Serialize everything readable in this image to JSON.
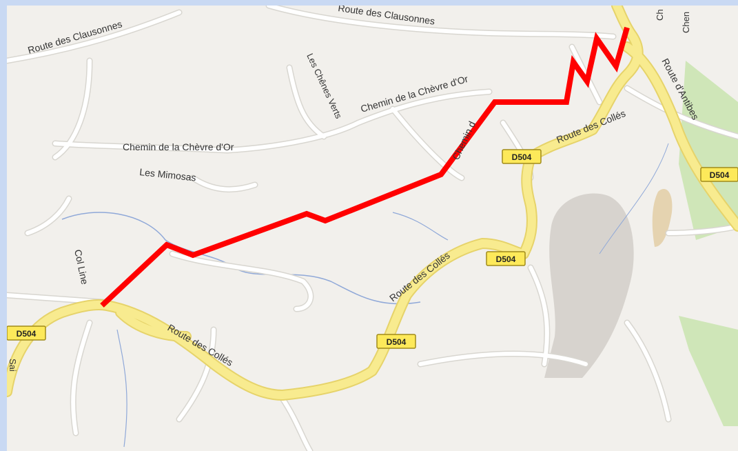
{
  "map": {
    "labels": {
      "route_clausonnes_left": "Route des Clausonnes",
      "route_clausonnes_top": "Route des Clausonnes",
      "chemin_chevre_or_upper": "Chemin de la Chèvre d'Or",
      "chemin_chevre_or_lower": "Chemin de la Chèvre d'Or",
      "chemin_vertical": "Chemin d",
      "les_chenes_verts": "Les Chênes Verts",
      "les_mimosas": "Les Mimosas",
      "col_line": "Col Line",
      "route_des_colles_upper": "Route des Collés",
      "route_des_colles_middle": "Route des Collés",
      "route_des_colles_lower": "Route des Collés",
      "route_antibes": "Route d'Antibes",
      "top_right_ch1": "Ch",
      "top_right_ch2": "Chen",
      "left_edge": "Sai"
    },
    "shields": {
      "d504_a": "D504",
      "d504_b": "D504",
      "d504_c": "D504",
      "d504_d": "D504",
      "d504_e": "D504"
    },
    "colors": {
      "background": "#f2f0ec",
      "frame": "#c9d9f3",
      "main_road": "#f8eb8f",
      "main_road_casing": "#e6d36a",
      "minor_road": "#ffffff",
      "minor_road_casing": "#d8d6d0",
      "route": "#ff0000",
      "park": "#cfe6b8",
      "quarry": "#d7d3ce",
      "sand": "#e5d3b0",
      "water": "#8fa8d8"
    }
  }
}
